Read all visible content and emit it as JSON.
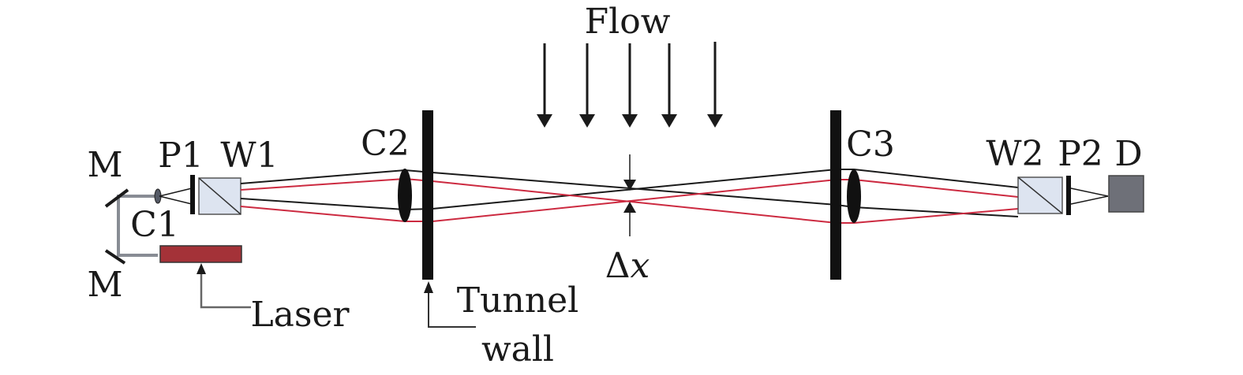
{
  "diagram": {
    "type": "optical-setup",
    "colors": {
      "beam_black": "#1a1a1a",
      "beam_red": "#cc2a40",
      "laser_fill": "#a43238",
      "prism_fill": "#dde4f0",
      "detector_fill": "#6e7078",
      "mirror_path": "#888c94",
      "wall": "#111111"
    },
    "labels": {
      "flow": "Flow",
      "mirror_top": "M",
      "mirror_bottom": "M",
      "polarizer1": "P1",
      "wollaston1": "W1",
      "lens1": "C1",
      "laser": "Laser",
      "lens2": "C2",
      "tunnel_wall_line1": "Tunnel",
      "tunnel_wall_line2": "wall",
      "delta_x_symbol": "Δ",
      "delta_x_var": "x",
      "lens3": "C3",
      "wollaston2": "W2",
      "polarizer2": "P2",
      "detector": "D"
    },
    "flow_arrow_count": 5
  }
}
